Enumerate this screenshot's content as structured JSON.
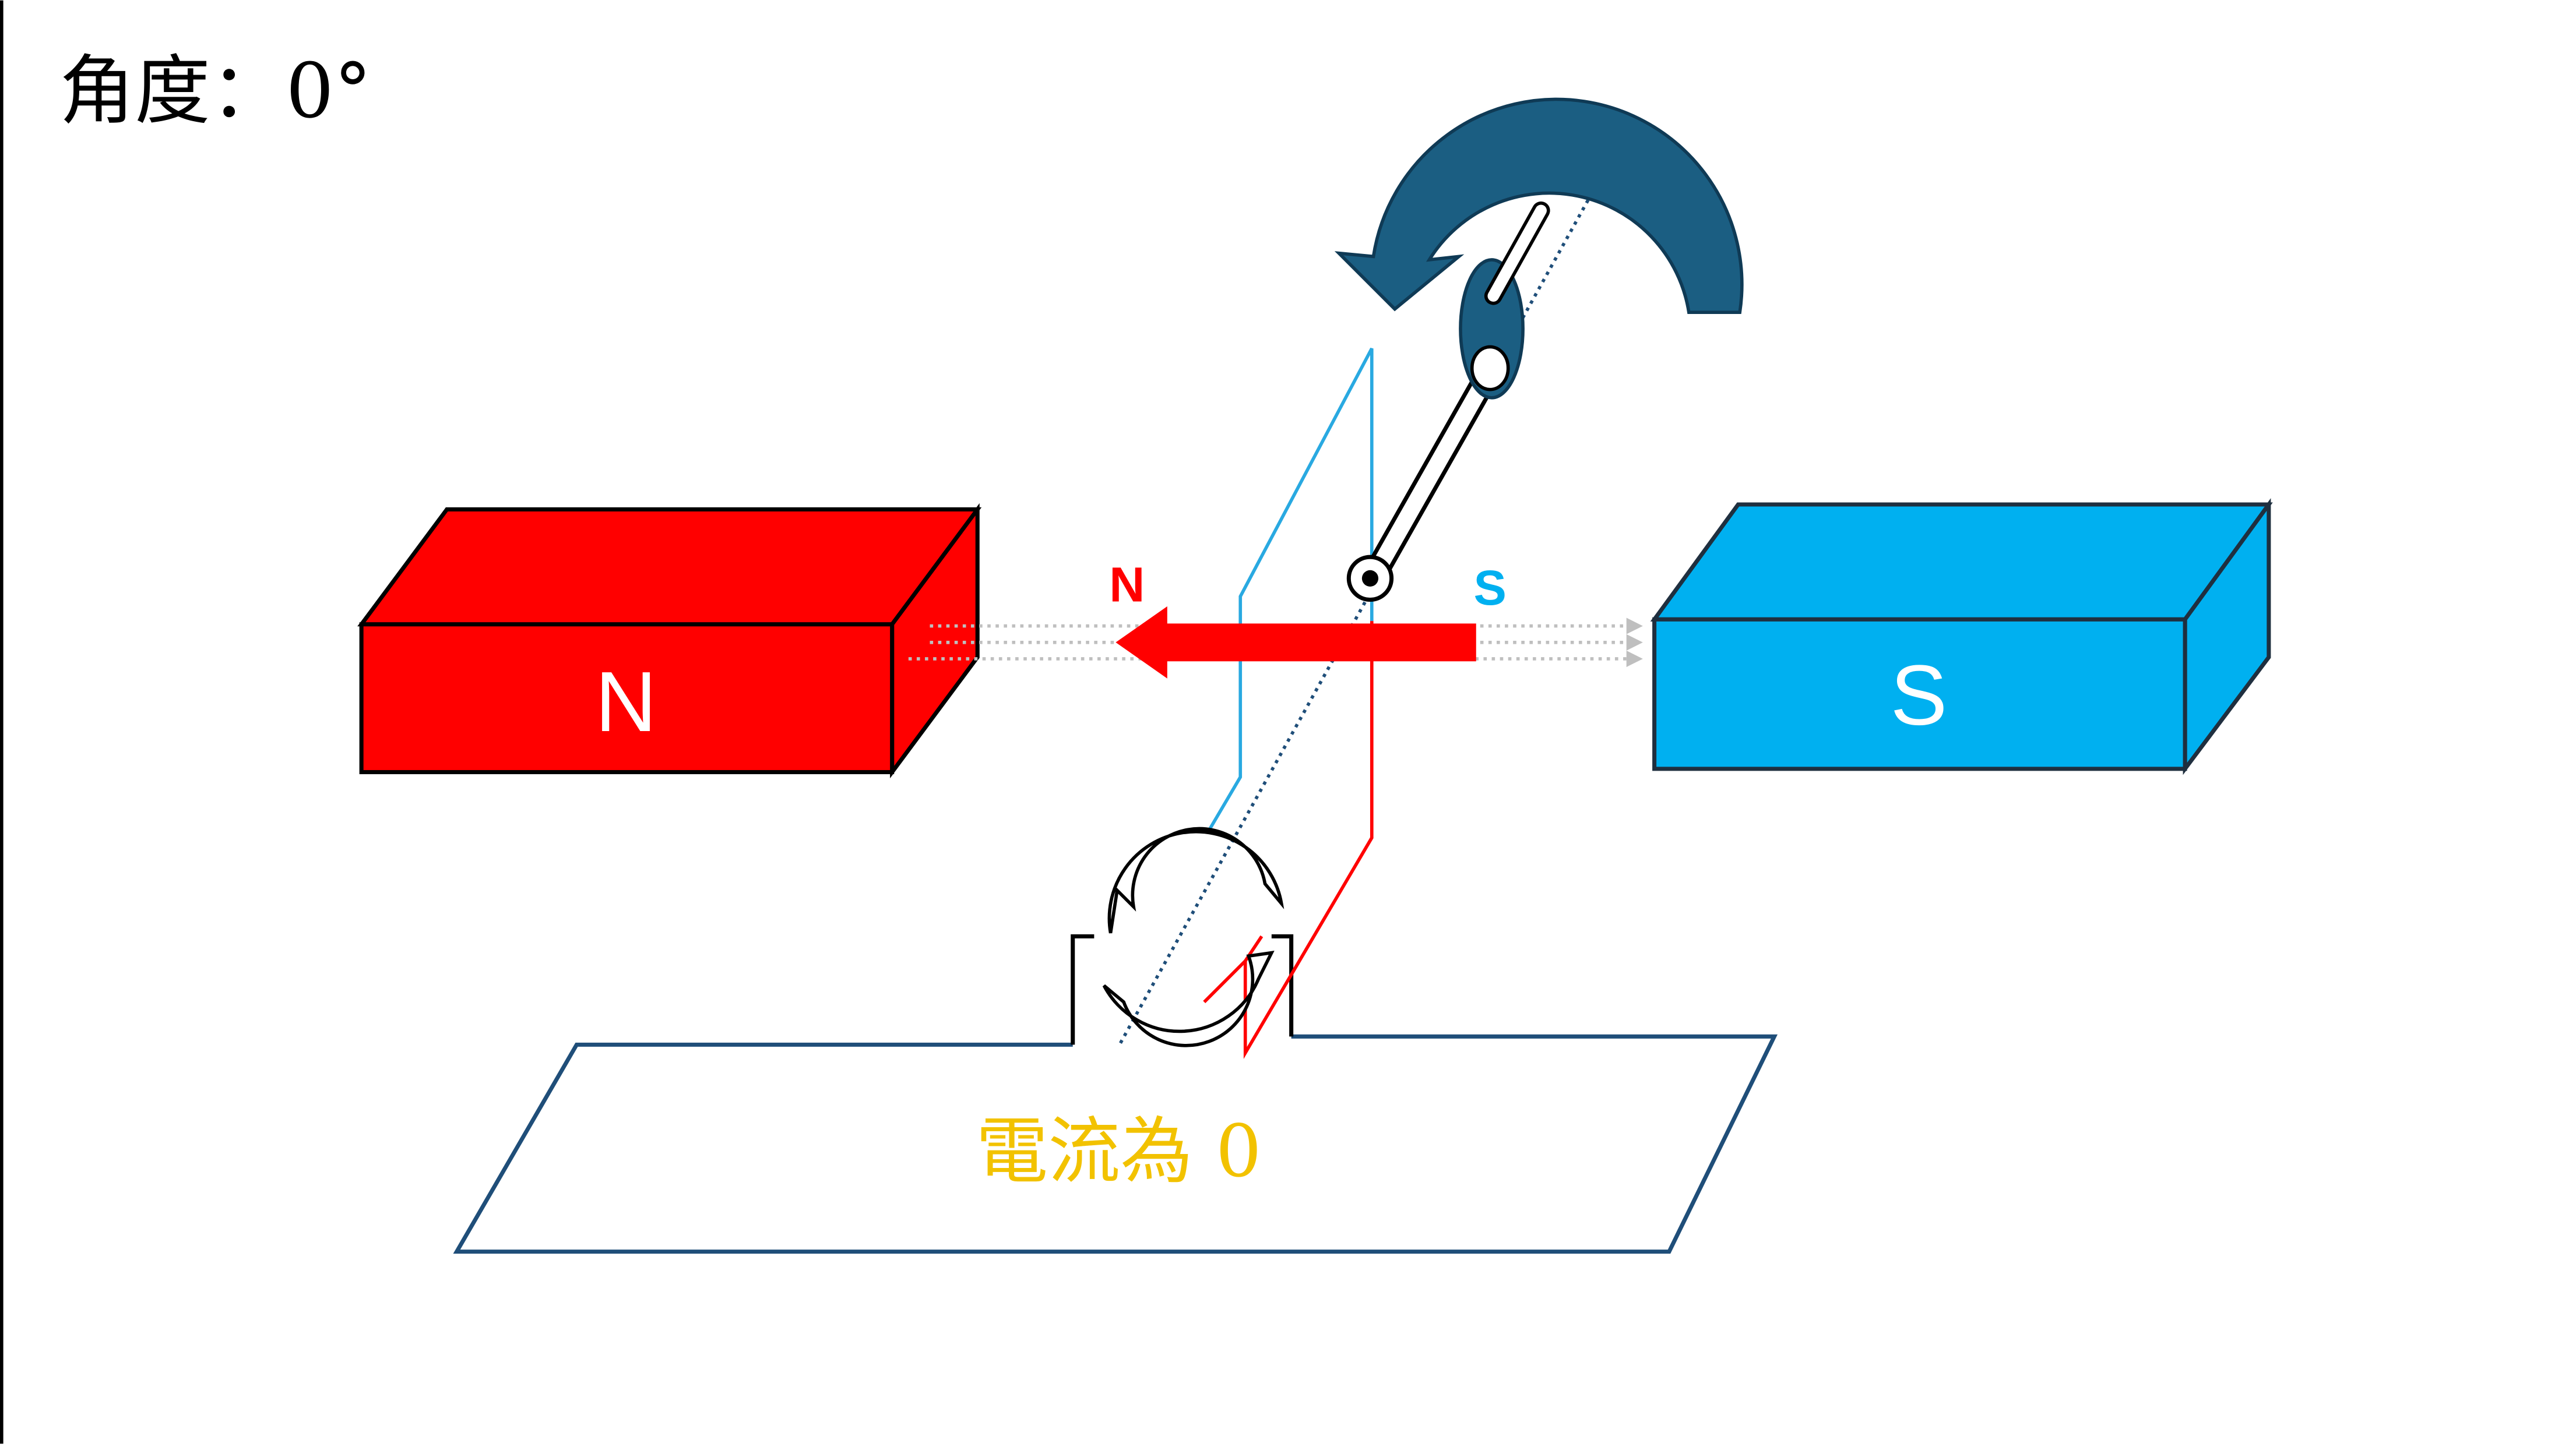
{
  "angle_label": "角度：0°",
  "magnet_north": {
    "label": "N",
    "color": "#ff0000"
  },
  "magnet_south": {
    "label": "S",
    "color": "#00b0f0"
  },
  "coil_north_label": "N",
  "coil_south_label": "S",
  "current_label": "電流為 0",
  "colors": {
    "rotation_arrow": "#1b5e82",
    "base_outline": "#1f4e79",
    "current_text": "#f2c200",
    "coil_red": "#ff0000",
    "coil_blue": "#29a9e1"
  },
  "icons": [
    "rotation-arrow-icon",
    "field-arrow-icon",
    "commutator-icon",
    "crank-handle-icon"
  ]
}
